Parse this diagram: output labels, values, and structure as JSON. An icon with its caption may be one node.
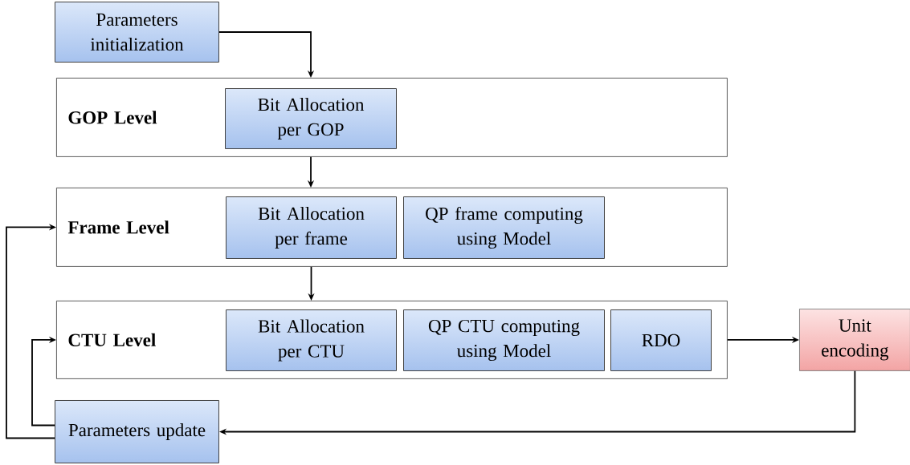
{
  "diagram": {
    "nodes": [
      {
        "text": [
          "Parameters initialization"
        ]
      },
      {
        "text": [
          "GOP Level"
        ]
      },
      {
        "text": [
          "Bit Allocation per GOP"
        ],
        "in": 1
      },
      {
        "text": [
          "Frame Level"
        ]
      },
      {
        "text": [
          "Bit Allocation per frame"
        ],
        "in": 3
      },
      {
        "text": [
          "QP frame computing using Model"
        ],
        "in": 3
      },
      {
        "text": [
          "CTU Level"
        ]
      },
      {
        "text": [
          "Bit Allocation per CTU"
        ],
        "in": 6
      },
      {
        "text": [
          "QP CTU computing using Model"
        ],
        "in": 6
      },
      {
        "text": [
          "RDO"
        ],
        "in": 6
      },
      {
        "text": [
          "Unit encoding"
        ]
      },
      {
        "text": [
          "Parameters update"
        ]
      }
    ],
    "edges": [
      {
        "from": 0,
        "to": 1,
        "arrow": "to"
      },
      {
        "from": 1,
        "to": 3,
        "arrow": "to"
      },
      {
        "from": 3,
        "to": 6,
        "arrow": "to"
      },
      {
        "from": 6,
        "to": 10,
        "arrow": "to"
      },
      {
        "from": 10,
        "to": 11,
        "arrow": "to"
      },
      {
        "from": 11,
        "to": 6,
        "arrow": "to"
      },
      {
        "from": 11,
        "to": 3,
        "arrow": "to"
      }
    ]
  }
}
